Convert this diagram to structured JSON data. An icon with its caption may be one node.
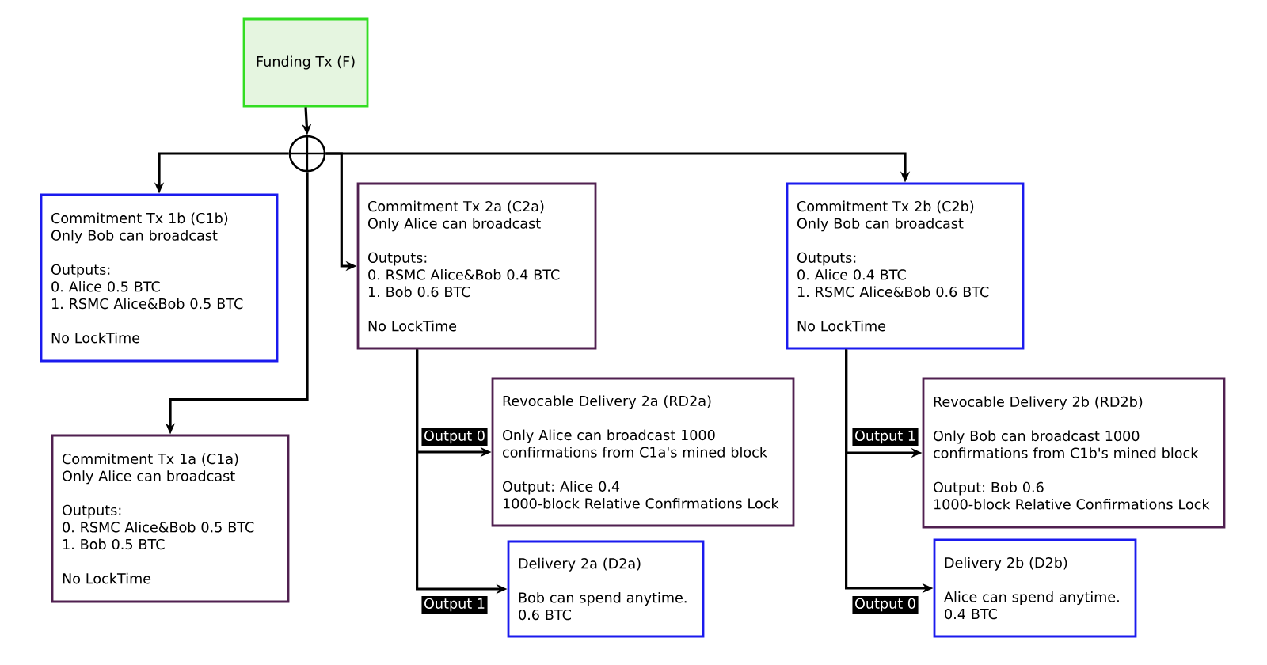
{
  "diagram": {
    "nodes": [
      {
        "text": [
          "Funding Tx (F)"
        ]
      },
      {
        "text": [],
        "shape": "circle"
      },
      {
        "text": [
          "Commitment Tx 1b (C1b)",
          "Only Bob can broadcast",
          "Outputs:",
          "0. Alice 0.5 BTC",
          "1. RSMC Alice&Bob 0.5 BTC",
          "No LockTime"
        ]
      },
      {
        "text": [
          "Commitment Tx 2a (C2a)",
          "Only Alice can broadcast",
          "Outputs:",
          "0. RSMC Alice&Bob 0.4 BTC",
          "1. Bob 0.6 BTC",
          "No LockTime"
        ]
      },
      {
        "text": [
          "Commitment Tx 2b (C2b)",
          "Only Bob can broadcast",
          "Outputs:",
          "0. Alice 0.4 BTC",
          "1. RSMC Alice&Bob 0.6 BTC",
          "No LockTime"
        ]
      },
      {
        "text": [
          "Commitment Tx 1a (C1a)",
          "Only Alice can broadcast",
          "Outputs:",
          "0. RSMC Alice&Bob 0.5 BTC",
          "1. Bob 0.5 BTC",
          "No LockTime"
        ]
      },
      {
        "text": [
          "Revocable Delivery 2a (RD2a)",
          "Only Alice can broadcast 1000 confirmations from C1a's mined block",
          "Output: Alice 0.4",
          "1000-block Relative Confirmations Lock"
        ]
      },
      {
        "text": [
          "Delivery 2a (D2a)",
          "Bob can spend anytime.",
          "0.6 BTC"
        ]
      },
      {
        "text": [
          "Revocable Delivery 2b (RD2b)",
          "Only Bob can broadcast 1000 confirmations from C1b's mined block",
          "Output: Bob 0.6",
          "1000-block Relative Confirmations Lock"
        ]
      },
      {
        "text": [
          "Delivery 2b (D2b)",
          "Alice can spend anytime.",
          "0.4 BTC"
        ]
      }
    ],
    "edges": [
      {
        "from": 0,
        "to": 1,
        "arrow": "to"
      },
      {
        "from": 1,
        "to": 2,
        "arrow": "to"
      },
      {
        "from": 1,
        "to": 3,
        "arrow": "to"
      },
      {
        "from": 1,
        "to": 4,
        "arrow": "to"
      },
      {
        "from": 1,
        "to": 5,
        "arrow": "to"
      },
      {
        "from": 3,
        "to": 6,
        "arrow": "to",
        "label": "Output 0"
      },
      {
        "from": 3,
        "to": 7,
        "arrow": "to",
        "label": "Output 1"
      },
      {
        "from": 4,
        "to": 8,
        "arrow": "to",
        "label": "Output 1"
      },
      {
        "from": 4,
        "to": 9,
        "arrow": "to",
        "label": "Output 0"
      }
    ]
  }
}
